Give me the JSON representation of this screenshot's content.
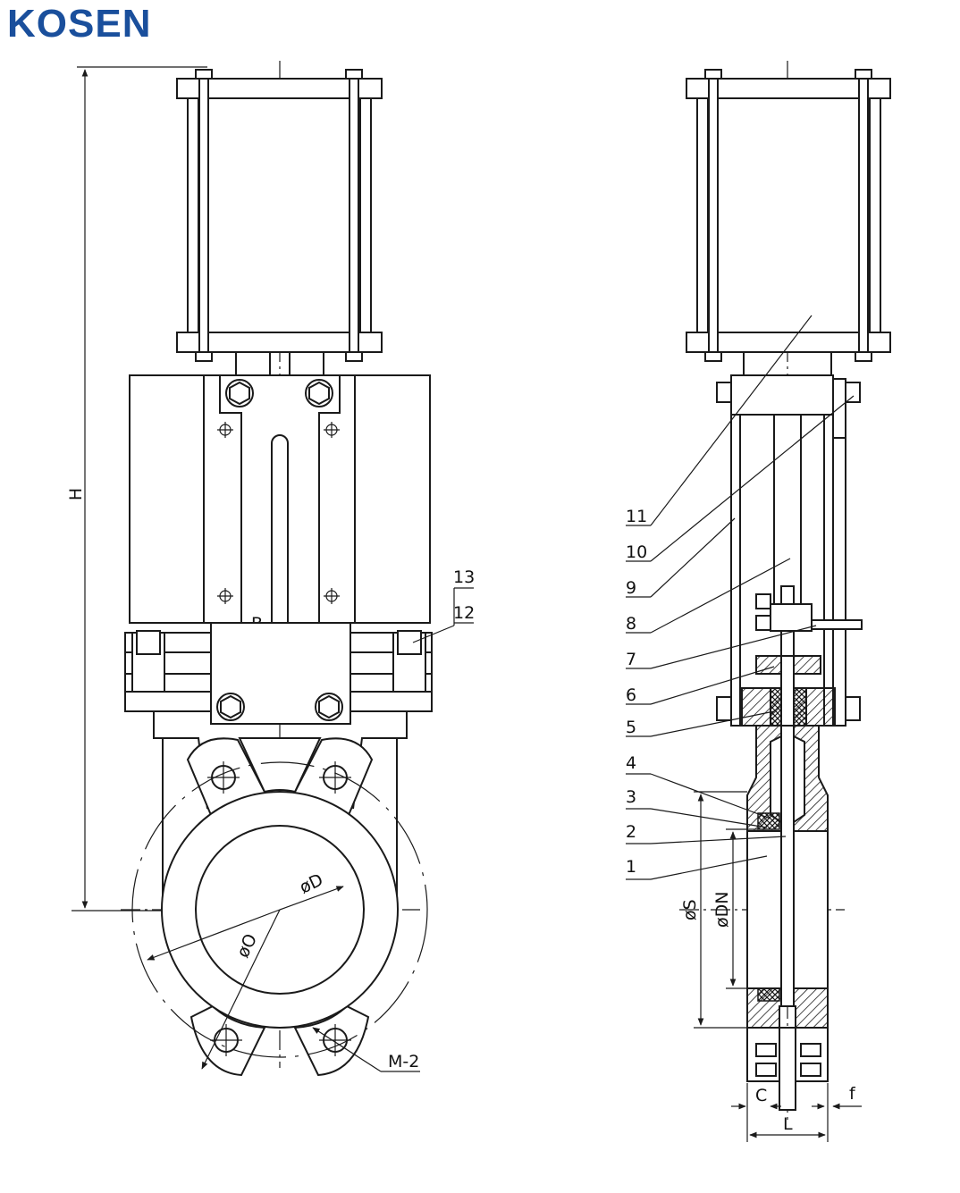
{
  "brand": {
    "name": "KOSEN",
    "color": "#1a4f9c"
  },
  "colors": {
    "line": "#1a1a1a",
    "hatch": "#1a1a1a",
    "background": "#ffffff"
  },
  "front_view": {
    "dimensions": {
      "height": "H",
      "bore_diameter": "øD",
      "bolt_circle": "øO",
      "bolt_thread": "M-2",
      "bonnet_width": "B"
    },
    "part_labels": {
      "p12": "12",
      "p13": "13"
    }
  },
  "side_view": {
    "part_numbers": [
      "11",
      "10",
      "9",
      "8",
      "7",
      "6",
      "5",
      "4",
      "3",
      "2",
      "1"
    ],
    "dimensions": {
      "flange_outer": "øS",
      "nominal_diameter": "øDN",
      "face_length": "L",
      "flange_thickness": "C",
      "raised_face": "f"
    }
  }
}
